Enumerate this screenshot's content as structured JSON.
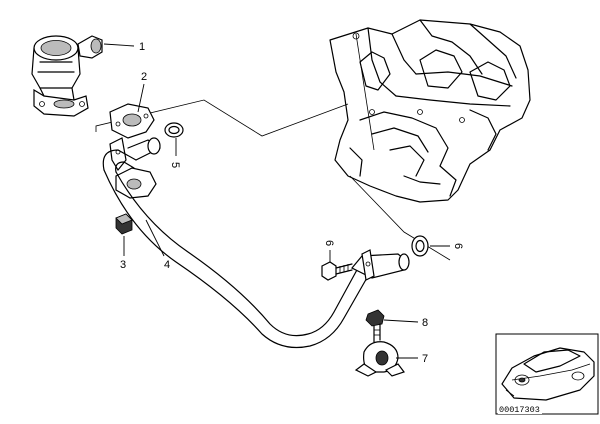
{
  "callouts": {
    "c1": "1",
    "c2": "2",
    "c3": "3",
    "c4": "4",
    "c5": "5",
    "c6": "6",
    "c7": "7",
    "c8": "8",
    "c9": "6"
  },
  "diagram_id": "00017303"
}
